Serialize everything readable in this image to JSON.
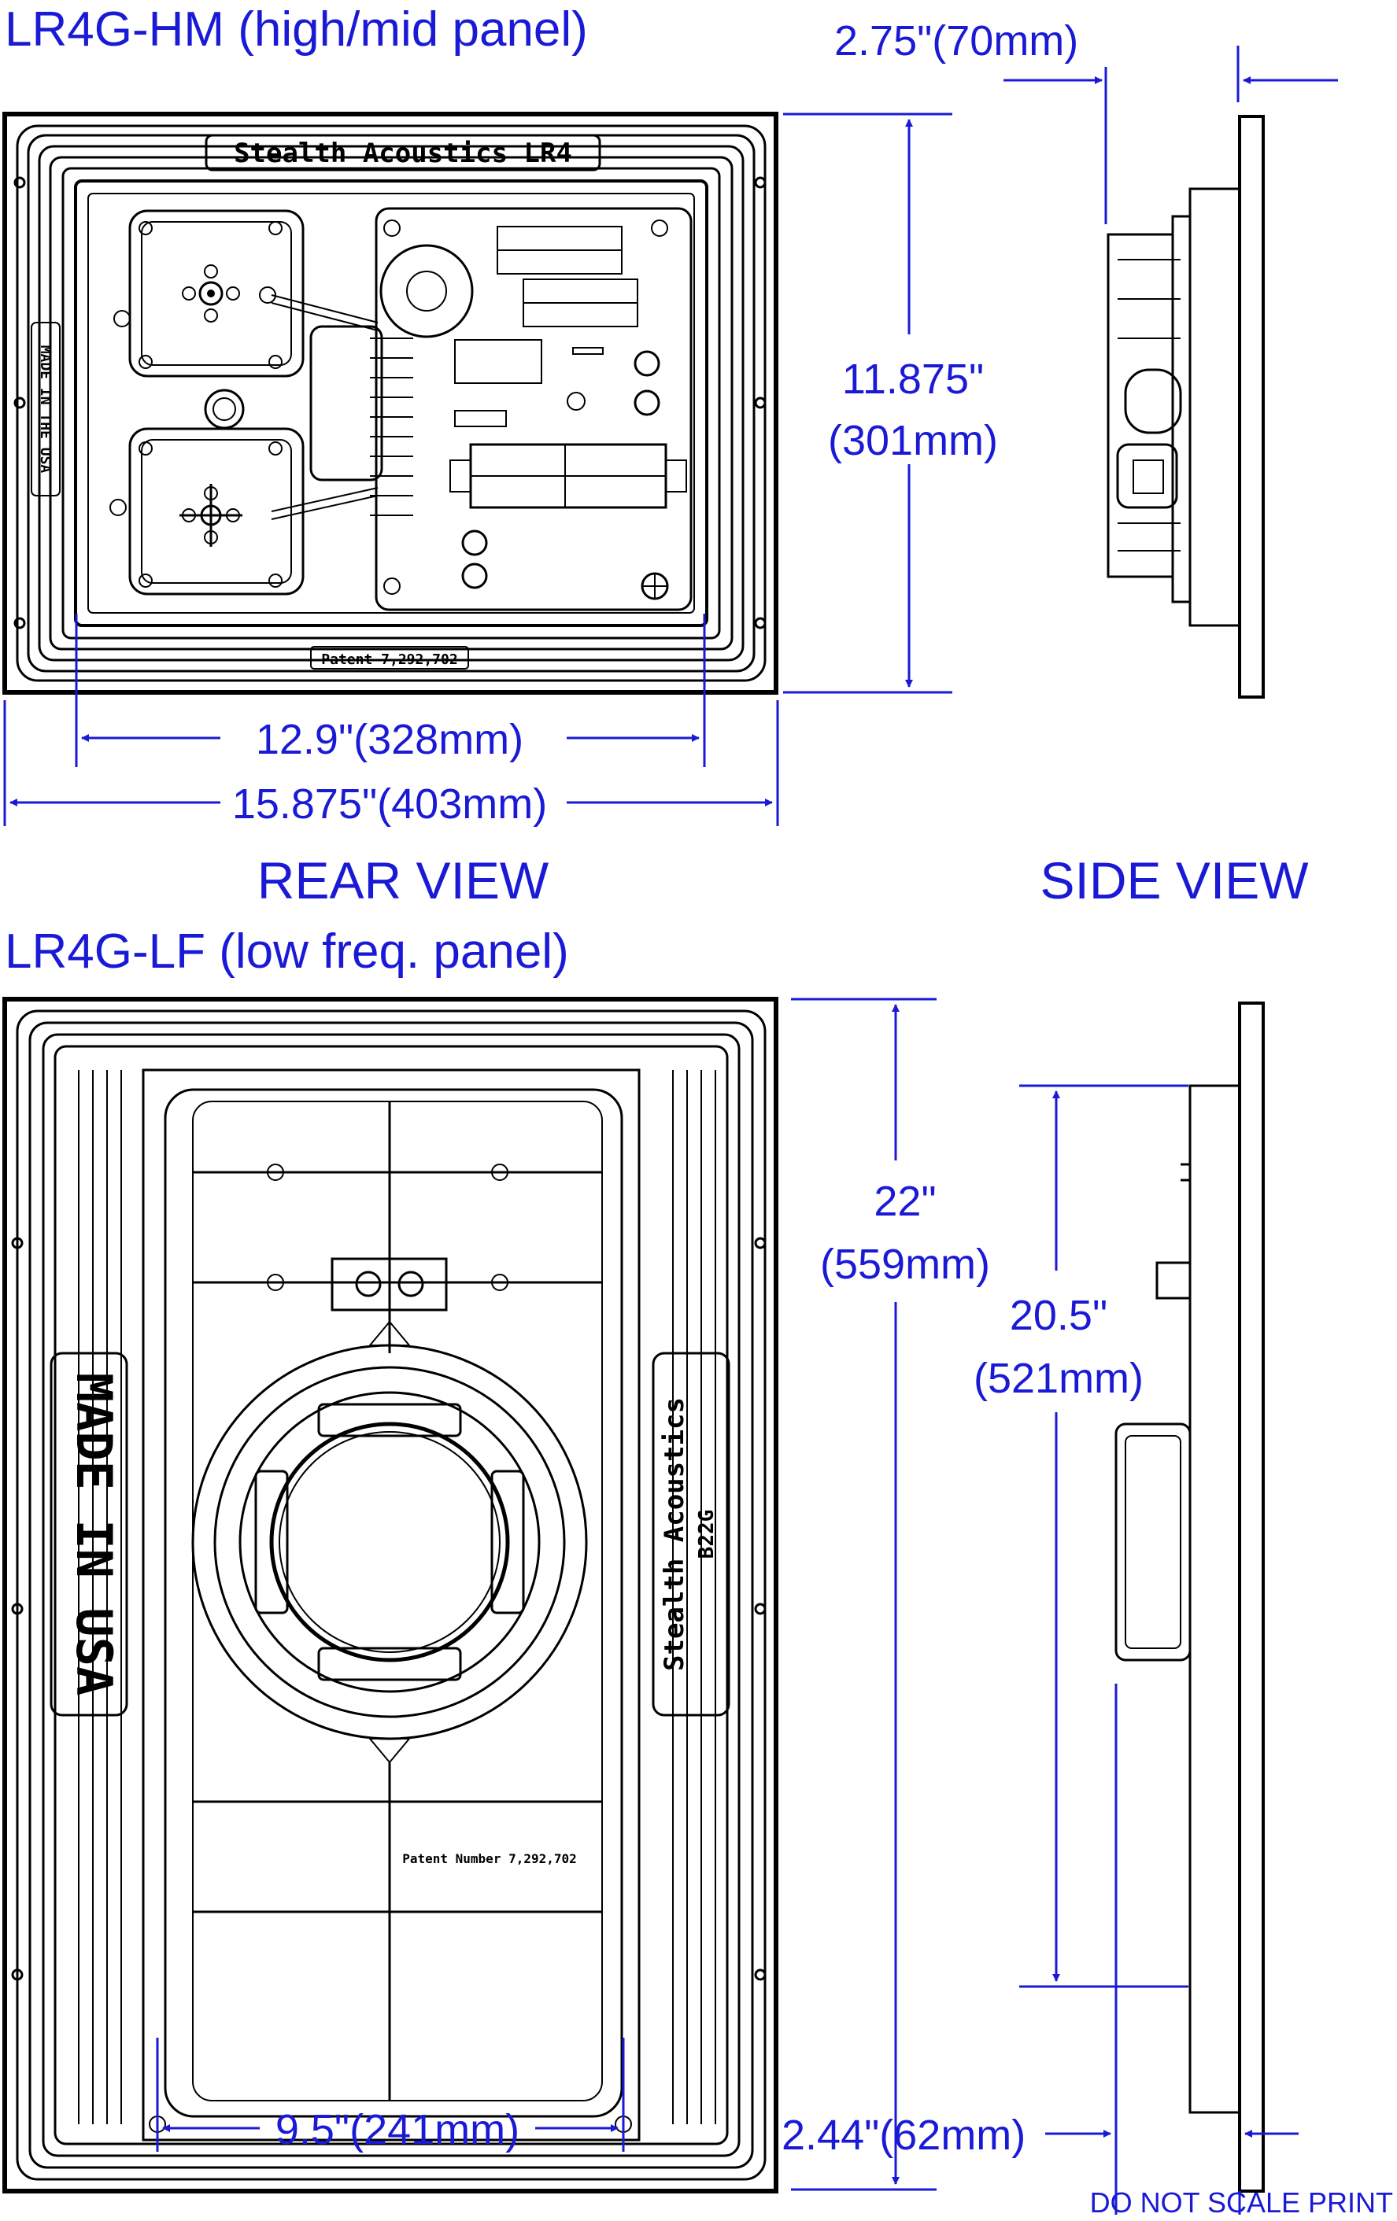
{
  "hm": {
    "title": "LR4G-HM (high/mid panel)",
    "brand": "Stealth Acoustics LR4",
    "made_in": "MADE IN THE USA",
    "patent": "Patent 7,292,702",
    "dims": {
      "depth": "2.75\"(70mm)",
      "height_in": "11.875\"",
      "height_mm": "(301mm)",
      "inner_width": "12.9\"(328mm)",
      "outer_width": "15.875\"(403mm)"
    }
  },
  "labels": {
    "rear_view": "REAR VIEW",
    "side_view": "SIDE VIEW",
    "footer": "DO NOT SCALE PRINT"
  },
  "lf": {
    "title": "LR4G-LF (low freq. panel)",
    "made_in": "MADE IN USA",
    "brand": "Stealth Acoustics",
    "model": "B22G",
    "patent": "Patent Number 7,292,702",
    "dims": {
      "height_in": "22\"",
      "height_mm": "(559mm)",
      "inner_height_in": "20.5\"",
      "inner_height_mm": "(521mm)",
      "width": "9.5\"(241mm)",
      "depth": "2.44\"(62mm)"
    }
  }
}
